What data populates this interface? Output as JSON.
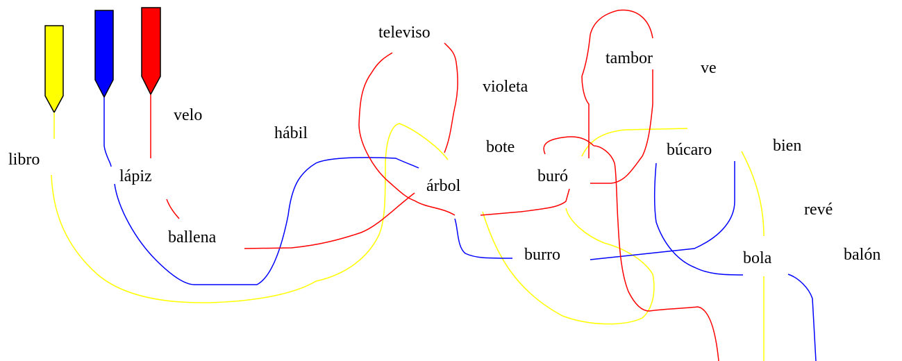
{
  "colors": {
    "yellow": "#ffff00",
    "blue": "#0000ff",
    "red": "#ff0000",
    "background": "#ffffff",
    "text": "#000000"
  },
  "pencils": [
    {
      "name": "yellow-pencil",
      "color": "#ffff00"
    },
    {
      "name": "blue-pencil",
      "color": "#0000ff"
    },
    {
      "name": "red-pencil",
      "color": "#ff0000"
    }
  ],
  "words": {
    "libro": "libro",
    "lapiz": "lápiz",
    "velo": "velo",
    "habil": "hábil",
    "ballena": "ballena",
    "televiso": "televiso",
    "violeta": "violeta",
    "bote": "bote",
    "arbol": "árbol",
    "tambor": "tambor",
    "ve": "ve",
    "buro": "buró",
    "bucaro": "búcaro",
    "bien": "bien",
    "reve": "revé",
    "burro": "burro",
    "bola": "bola",
    "balon": "balón"
  }
}
